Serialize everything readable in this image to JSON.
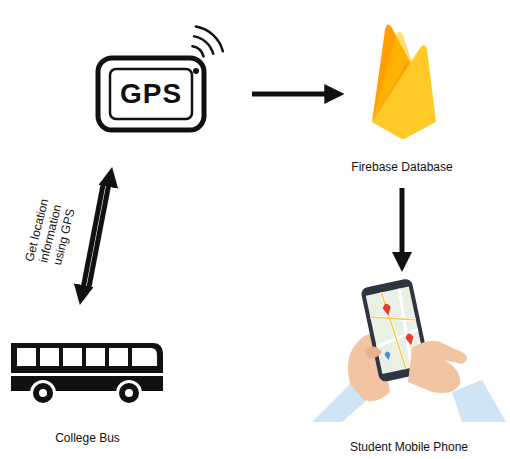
{
  "diagram": {
    "nodes": [
      {
        "text": [
          "GPS"
        ]
      },
      {
        "text": [
          "Firebase Database"
        ]
      },
      {
        "text": [
          "College Bus"
        ]
      },
      {
        "text": [
          "Student Mobile Phone"
        ]
      }
    ],
    "edges": [
      {
        "from": 0,
        "to": 1,
        "arrow": "to"
      },
      {
        "from": 1,
        "to": 3,
        "arrow": "to"
      },
      {
        "from": 0,
        "to": 2,
        "label": "Get location information using GPS",
        "arrow": "both"
      }
    ]
  }
}
